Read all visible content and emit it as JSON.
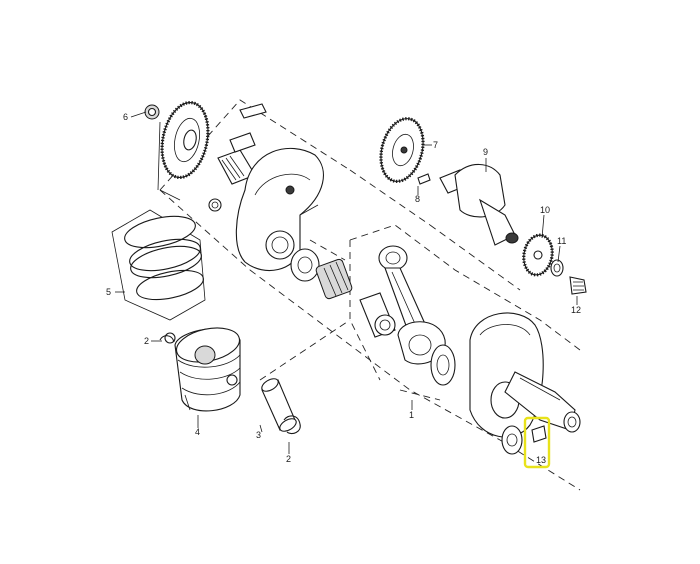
{
  "callouts": {
    "c1": "1",
    "c2a": "2",
    "c2b": "2",
    "c3": "3",
    "c4": "4",
    "c5": "5",
    "c6": "6",
    "c7": "7",
    "c8": "8",
    "c9": "9",
    "c10": "10",
    "c11": "11",
    "c12": "12",
    "c13": "13"
  },
  "highlight_color": "#e8e21a"
}
